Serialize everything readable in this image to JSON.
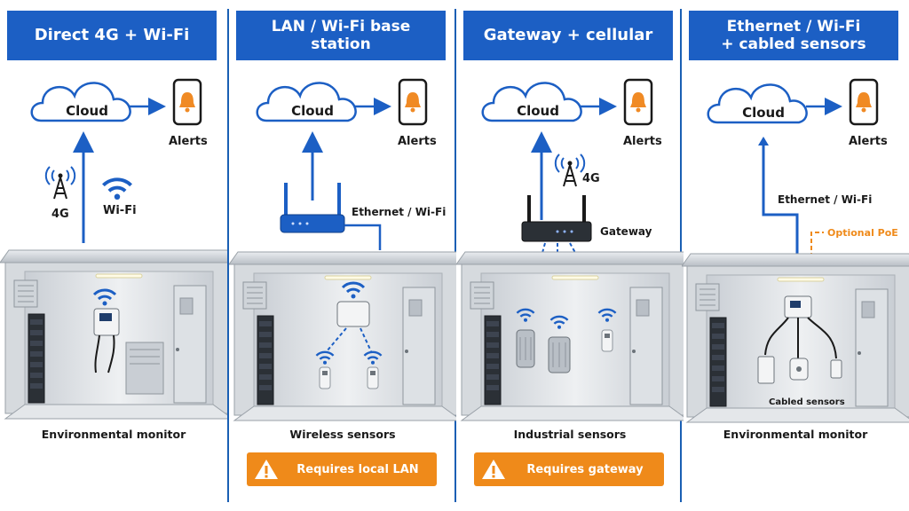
{
  "panels": [
    {
      "title": "Direct 4G + Wi-Fi",
      "cloud": "Cloud",
      "alerts": "Alerts",
      "label_4g": "4G",
      "label_wifi": "Wi-Fi",
      "caption": "Environmental monitor"
    },
    {
      "title": "LAN / Wi-Fi base station",
      "cloud": "Cloud",
      "alerts": "Alerts",
      "link": "Ethernet / Wi-Fi",
      "caption": "Wireless sensors",
      "warning": "Requires local LAN"
    },
    {
      "title": "Gateway + cellular",
      "cloud": "Cloud",
      "alerts": "Alerts",
      "label_4g": "4G",
      "device": "Gateway",
      "caption": "Industrial sensors",
      "warning": "Requires gateway"
    },
    {
      "title_line1": "Ethernet / Wi-Fi",
      "title_line2": "+ cabled sensors",
      "cloud": "Cloud",
      "alerts": "Alerts",
      "link": "Ethernet / Wi-Fi",
      "poe": "Optional PoE",
      "inner": "Cabled sensors",
      "caption": "Environmental monitor"
    }
  ],
  "colors": {
    "blue": "#1c5fc4",
    "orange": "#ef8a1a",
    "bell": "#f08a24"
  }
}
